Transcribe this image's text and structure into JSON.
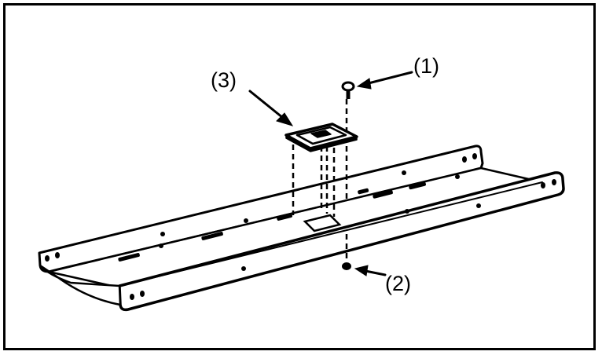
{
  "callouts": {
    "screw": "(1)",
    "nut": "(2)",
    "plate": "(3)"
  },
  "colors": {
    "ink": "#000000",
    "paper": "#ffffff"
  }
}
